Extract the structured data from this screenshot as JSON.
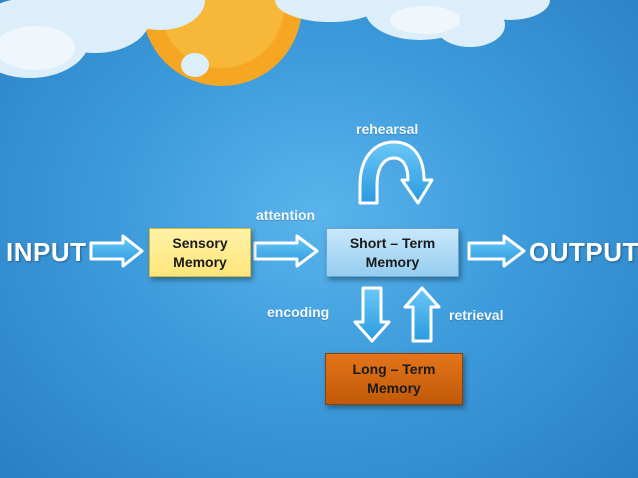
{
  "diagram": {
    "input_label": "INPUT",
    "output_label": "OUTPUT",
    "boxes": {
      "sensory": {
        "line1": "Sensory",
        "line2": "Memory",
        "color": "#ffec8f"
      },
      "short_term": {
        "line1": "Short – Term",
        "line2": "Memory",
        "color": "#b3dcf6"
      },
      "long_term": {
        "line1": "Long – Term",
        "line2": "Memory",
        "color": "#d86410"
      }
    },
    "edge_labels": {
      "attention": "attention",
      "rehearsal": "rehearsal",
      "encoding": "encoding",
      "retrieval": "retrieval"
    },
    "colors": {
      "background": "#3d9bdb",
      "arrow_fill": "#3aaef0",
      "arrow_outline": "#ffffff",
      "sun": "#f5a623",
      "cloud": "#e8f4fc"
    }
  }
}
